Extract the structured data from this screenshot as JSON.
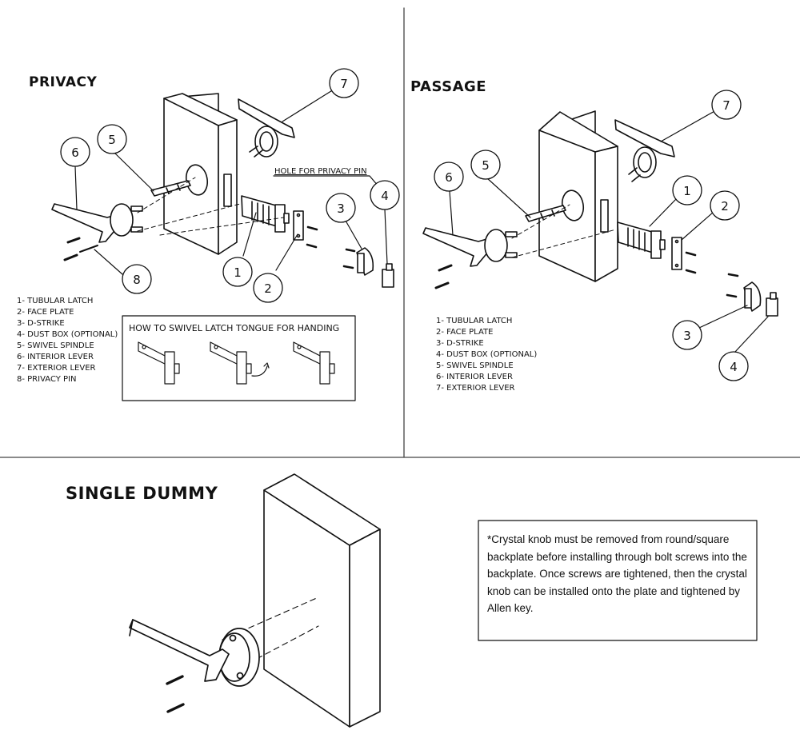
{
  "privacy": {
    "title": "PRIVACY",
    "hole_label": "HOLE FOR PRIVACY PIN",
    "swivel_title": "HOW TO SWIVEL LATCH TONGUE FOR HANDING",
    "callouts": [
      "1",
      "2",
      "3",
      "4",
      "5",
      "6",
      "7",
      "8"
    ],
    "legend": [
      "1- TUBULAR LATCH",
      "2- FACE PLATE",
      "3- D-STRIKE",
      "4- DUST BOX (OPTIONAL)",
      "5- SWIVEL SPINDLE",
      "6- INTERIOR LEVER",
      "7- EXTERIOR LEVER",
      "8- PRIVACY PIN"
    ]
  },
  "passage": {
    "title": "PASSAGE",
    "callouts": [
      "1",
      "2",
      "3",
      "4",
      "5",
      "6",
      "7"
    ],
    "legend": [
      "1- TUBULAR LATCH",
      "2- FACE PLATE",
      "3- D-STRIKE",
      "4- DUST BOX (OPTIONAL)",
      "5- SWIVEL SPINDLE",
      "6- INTERIOR LEVER",
      "7- EXTERIOR LEVER"
    ]
  },
  "dummy": {
    "title": "SINGLE DUMMY",
    "note": "*Crystal  knob must be removed from round/square backplate before installing through bolt screws into the backplate. Once screws are tightened, then the crystal knob can be installed onto the plate and tightened by Allen key."
  }
}
